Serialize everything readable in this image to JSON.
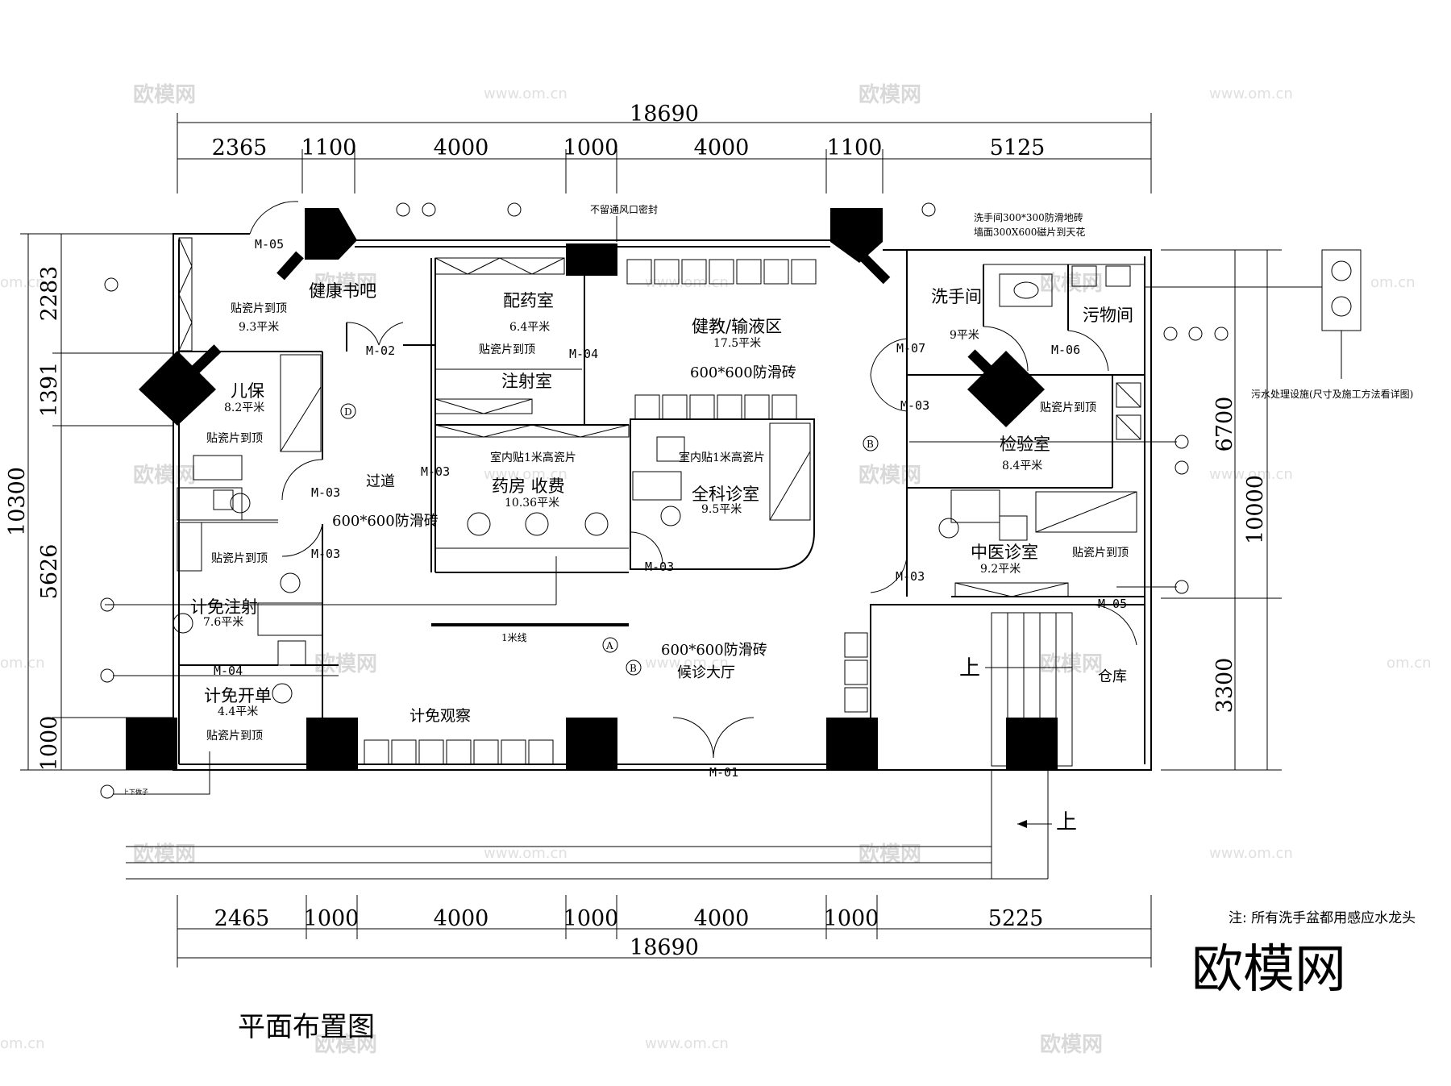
{
  "title": "平面布置图",
  "note": "注: 所有洗手盆都用感应水龙头",
  "logo": "欧模网",
  "watermarks": {
    "brand": "欧模网",
    "url": "www.om.cn",
    "url_short": "om.cn"
  },
  "dimensions": {
    "top_total": "18690",
    "top_segments": [
      "2365",
      "1100",
      "4000",
      "1000",
      "4000",
      "1100",
      "5125"
    ],
    "bottom_total": "18690",
    "bottom_segments": [
      "2465",
      "1000",
      "4000",
      "1000",
      "4000",
      "1000",
      "5225"
    ],
    "left_total": "10300",
    "left_segments": [
      "2283",
      "1391",
      "5626",
      "1000"
    ],
    "right_total": "10000",
    "right_segments": [
      "6700",
      "3300"
    ]
  },
  "rooms": {
    "health_bar": {
      "name": "健康书吧",
      "finish": "贴瓷片到顶",
      "area": "9.3平米"
    },
    "pharmacy_prep": {
      "name": "配药室",
      "area": "6.4平米",
      "finish": "贴瓷片到顶"
    },
    "injection": {
      "name": "注射室"
    },
    "infusion": {
      "name": "健教/输液区",
      "area": "17.5平米",
      "floor": "600*600防滑砖"
    },
    "child_care": {
      "name": "儿保",
      "area": "8.2平米",
      "finish": "贴瓷片到顶"
    },
    "corridor": {
      "name": "过道",
      "floor": "600*600防滑砖"
    },
    "pharmacy": {
      "finish": "室内贴1米高瓷片",
      "name": "药房  收费",
      "area": "10.36平米"
    },
    "general": {
      "finish": "室内贴1米高瓷片",
      "name": "全科诊室",
      "area": "9.5平米"
    },
    "vaccine_inj": {
      "finish": "贴瓷片到顶",
      "name": "计免注射",
      "area": "7.6平米"
    },
    "vaccine_order": {
      "name": "计免开单",
      "area": "4.4平米",
      "finish": "贴瓷片到顶"
    },
    "vaccine_obs": {
      "name": "计免观察"
    },
    "washroom": {
      "name": "洗手间",
      "area": "9平米"
    },
    "dirty": {
      "name": "污物间"
    },
    "lab": {
      "finish": "贴瓷片到顶",
      "name": "检验室",
      "area": "8.4平米"
    },
    "tcm": {
      "name": "中医诊室",
      "area": "9.2平米",
      "finish": "贴瓷片到顶"
    },
    "storage": {
      "name": "仓库"
    },
    "waiting": {
      "floor": "600*600防滑砖",
      "name": "候诊大厅"
    }
  },
  "doors": {
    "m01": "M-01",
    "m02": "M-02",
    "m03": "M-03",
    "m04": "M-04",
    "m05": "M-05",
    "m06": "M-06",
    "m07": "M-07"
  },
  "annotations": {
    "vent": "不留通风口密封",
    "washroom_finish_1": "洗手间300*300防滑地砖",
    "washroom_finish_2": "墙面300X600磁片到天花",
    "sewage": "污水处理设施(尺寸及施工方法看详图)",
    "one_meter_line": "1米线",
    "stair_up": "上",
    "stair_up_2": "上",
    "updown": "上下做子"
  },
  "markers": {
    "a": "A",
    "b": "B",
    "d": "D"
  }
}
